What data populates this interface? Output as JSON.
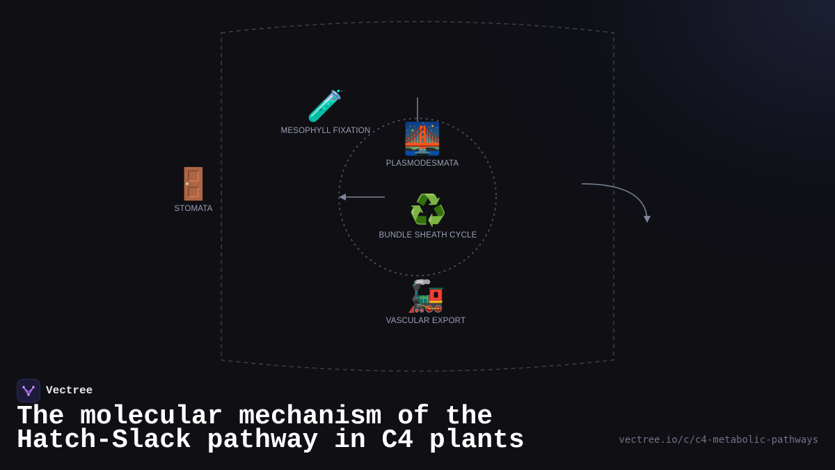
{
  "diagram": {
    "nodes": [
      {
        "id": "stomata",
        "icon": "door-icon",
        "emoji": "🚪",
        "label": "STOMATA"
      },
      {
        "id": "mesophyll",
        "icon": "test-tube-icon",
        "emoji": "🧪",
        "label": "MESOPHYLL FIXATION"
      },
      {
        "id": "plasmodesmata",
        "icon": "bridge-at-night-icon",
        "emoji": "🌉",
        "label": "PLASMODESMATA"
      },
      {
        "id": "bundle-sheath",
        "icon": "recycle-icon",
        "emoji": "♻️",
        "label": "BUNDLE SHEATH CYCLE"
      },
      {
        "id": "vascular",
        "icon": "locomotive-icon",
        "emoji": "🚂",
        "label": "VASCULAR EXPORT"
      }
    ],
    "colors": {
      "line": "#3a4050",
      "arrow": "#7d8699",
      "label": "#9aa1b4"
    }
  },
  "brand": {
    "name": "Vectree",
    "logo_color": "#b06cf0"
  },
  "title": "The molecular mechanism of the Hatch-Slack pathway in C4 plants",
  "url": "vectree.io/c/c4-metabolic-pathways"
}
